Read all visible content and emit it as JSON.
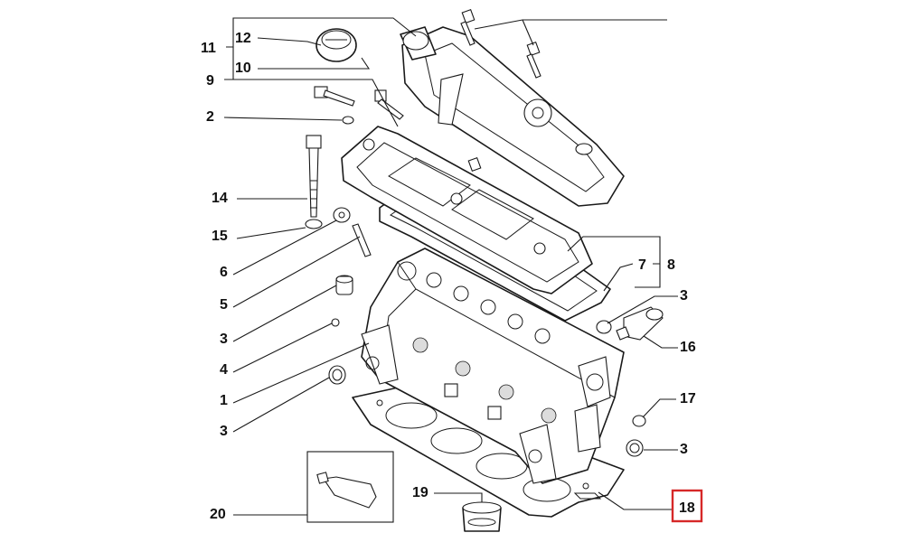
{
  "colors": {
    "line": "#1a1a1a",
    "highlight": "#d62828",
    "background": "#ffffff"
  },
  "callouts": {
    "c1": "1",
    "c2": "2",
    "c3a": "3",
    "c3b": "3",
    "c3c": "3",
    "c3d": "3",
    "c4": "4",
    "c5": "5",
    "c6": "6",
    "c7": "7",
    "c8": "8",
    "c9": "9",
    "c10": "10",
    "c11": "11",
    "c12": "12",
    "c14": "14",
    "c15": "15",
    "c16": "16",
    "c17": "17",
    "c18": "18",
    "c19": "19",
    "c20": "20"
  },
  "selected_callout": "18"
}
